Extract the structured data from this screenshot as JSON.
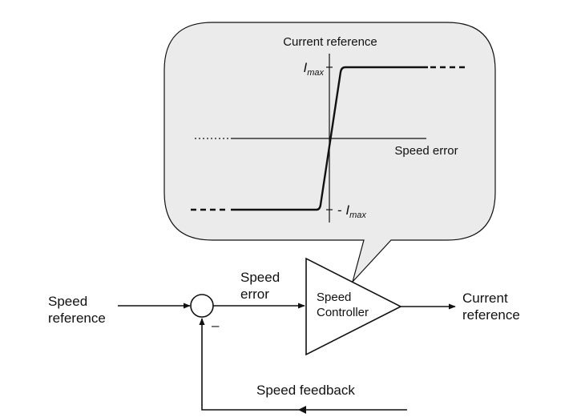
{
  "diagram": {
    "inputs": {
      "speed_reference": [
        "Speed",
        "reference"
      ]
    },
    "summing_junction": {
      "minus_sign": "–"
    },
    "speed_error_label": [
      "Speed",
      "error"
    ],
    "controller_label": [
      "Speed",
      "Controller"
    ],
    "output_label": [
      "Current",
      "reference"
    ],
    "feedback_label": "Speed feedback"
  },
  "callout": {
    "y_axis_title": "Current reference",
    "x_axis_title": "Speed error",
    "imax_label": {
      "main": "I",
      "sub": "max"
    },
    "neg_imax_label": {
      "prefix": "- ",
      "main": "I",
      "sub": "max"
    }
  },
  "colors": {
    "callout_fill": "#ebebeb",
    "stroke": "#111111"
  }
}
